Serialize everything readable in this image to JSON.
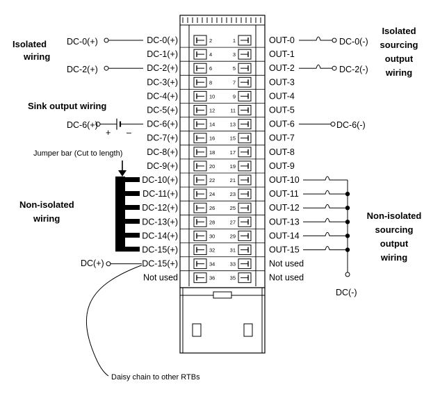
{
  "headings": {
    "isolated_wiring": [
      "Isolated",
      "wiring"
    ],
    "isolated_sourcing_output_wiring": [
      "Isolated",
      "sourcing",
      "output",
      "wiring"
    ],
    "sink_output_wiring": "Sink output wiring",
    "non_isolated_wiring": [
      "Non-isolated",
      "wiring"
    ],
    "non_isolated_sourcing_output_wiring": [
      "Non-isolated",
      "sourcing",
      "output",
      "wiring"
    ]
  },
  "jumper_bar_label": "Jumper bar (Cut to length)",
  "daisy_chain_label": "Daisy chain to other RTBs",
  "left_terminals": [
    "DC-0(+)",
    "DC-1(+)",
    "DC-2(+)",
    "DC-3(+)",
    "DC-4(+)",
    "DC-5(+)",
    "DC-6(+)",
    "DC-7(+)",
    "DC-8(+)",
    "DC-9(+)",
    "DC-10(+)",
    "DC-11(+)",
    "DC-12(+)",
    "DC-13(+)",
    "DC-14(+)",
    "DC-15(+)",
    "DC-15(+)",
    "Not used"
  ],
  "right_terminals": [
    "OUT-0",
    "OUT-1",
    "OUT-2",
    "OUT-3",
    "OUT-4",
    "OUT-5",
    "OUT-6",
    "OUT-7",
    "OUT-8",
    "OUT-9",
    "OUT-10",
    "OUT-11",
    "OUT-12",
    "OUT-13",
    "OUT-14",
    "OUT-15",
    "Not used",
    "Not used"
  ],
  "left_pin_numbers": [
    "2",
    "4",
    "6",
    "8",
    "10",
    "12",
    "14",
    "16",
    "18",
    "20",
    "22",
    "24",
    "26",
    "28",
    "30",
    "32",
    "34",
    "36"
  ],
  "right_pin_numbers": [
    "1",
    "3",
    "5",
    "7",
    "9",
    "11",
    "13",
    "15",
    "17",
    "19",
    "21",
    "23",
    "25",
    "27",
    "29",
    "31",
    "33",
    "35"
  ],
  "isolated_inputs": [
    "DC-0(+)",
    "DC-2(+)"
  ],
  "sink_input": "DC-6(+)",
  "polarity": {
    "plus": "+",
    "minus": "–"
  },
  "isolated_outputs": [
    "DC-0(-)",
    "DC-2(-)"
  ],
  "sink_output": "DC-6(-)",
  "daisy_input": "DC(+)",
  "common_negative": "DC(-)"
}
